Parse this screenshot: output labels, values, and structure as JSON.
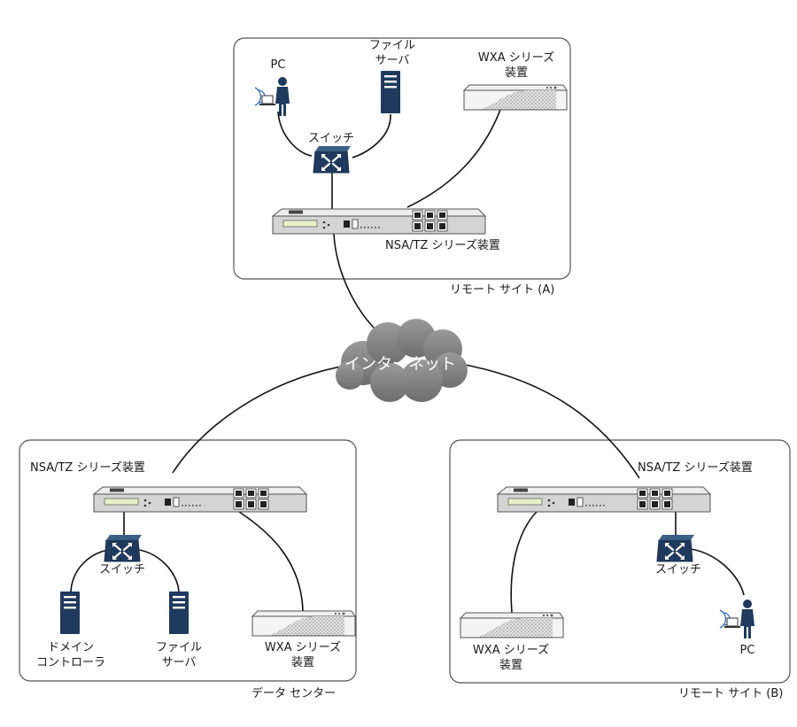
{
  "internet": "インターネット",
  "site_a": {
    "caption": "リモート サイト (A)",
    "pc": "PC",
    "file_server_1": "ファイル",
    "file_server_2": "サーバ",
    "wxa_1": "WXA シリーズ",
    "wxa_2": "装置",
    "switch": "スイッチ",
    "nsa": "NSA/TZ シリーズ装置"
  },
  "data_center": {
    "caption": "データ センター",
    "nsa": "NSA/TZ シリーズ装置",
    "switch": "スイッチ",
    "domain_1": "ドメイン",
    "domain_2": "コントローラ",
    "file_server_1": "ファイル",
    "file_server_2": "サーバ",
    "wxa_1": "WXA シリーズ",
    "wxa_2": "装置"
  },
  "site_b": {
    "caption": "リモート サイト (B)",
    "nsa": "NSA/TZ シリーズ装置",
    "switch": "スイッチ",
    "wxa_1": "WXA シリーズ",
    "wxa_2": "装置",
    "pc": "PC"
  },
  "colors": {
    "box_border": "#555555",
    "line": "#111111",
    "navy": "#1f3a5c",
    "cloud": "#7a7a7a",
    "appliance": "#d8d8d8"
  }
}
